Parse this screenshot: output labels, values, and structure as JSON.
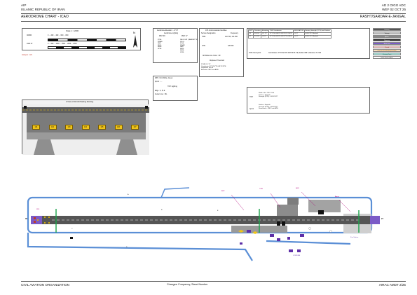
{
  "header": {
    "aip": "AIP",
    "state": "ISLAMIC REPUBLIC OF IRAN",
    "doc_code": "AD 2 OIGG ADC",
    "effective": "WEF 02 OCT 25",
    "chart_title": "AERODROME CHART - ICAO",
    "aerodrome": "RASHT/SARDAR-E-JANGAL"
  },
  "footer": {
    "organization": "CIVIL AVIATION ORGANIZATION",
    "changes": "Changes: Frequency, Stand Number",
    "amendment": "AIRAC AMDT 2/25"
  },
  "scale": {
    "label": "Scale 1 : 12000",
    "unit_top": "0 ... 200 ... 400 ... 600 ... 800",
    "unit_bottom": "0 ... 500 ... 1000 ... 1500 ... 2000 ... 2500"
  },
  "elevation": {
    "label": "Aerodrome Elevation : -17 FT",
    "lighting_title": "Aerodrome Lighting",
    "rwy_col": "RWY 09",
    "rwy_col2": "RWY 27",
    "lights": [
      "RTHL",
      "WBAR",
      "PAPI",
      "REDL",
      "RENL",
      "SPNL"
    ],
    "lights2": [
      "PALS CAT I (BARRETTE)",
      "SFLG",
      "RTHL",
      "WBAR",
      "PAPI",
      "REDL",
      "RENL",
      "SPNL"
    ]
  },
  "ats": {
    "title": "ATS Communication Facilities",
    "col1": "Service Designation",
    "col2": "Frequency",
    "rows": [
      {
        "service": "TWR",
        "freq": "122.700, 121.500"
      },
      {
        "service": "ATIS",
        "freq": "128.200"
      }
    ],
    "ref_code": "AD Reference Code : 4D",
    "threshold_title": "Displaced Threshold",
    "threshold_lines": [
      "DTHR 09 / 27",
      "Coordinate: 37°19'47\"N 049°35'28\"E",
      "Displaced: 300 M",
      "Elevation: INFO not AVBL"
    ]
  },
  "rwy_table": {
    "headers": [
      "RWY",
      "Direction",
      "Elevation",
      "THR Coordinates",
      "UNDULATION",
      "Bearing Strength (PCN) and Surface"
    ],
    "rows": [
      [
        "09",
        "090.94°",
        "-9.1 FT",
        "37°19'44.886\"N 049°35'12.186\"E",
        "+9 FT",
        "60/F/C/X/T Asphalt"
      ],
      [
        "27",
        "270.95°",
        "-22 FT",
        "37°19'44.891\"N 049°37'16.336\"E",
        "+9 FT",
        "60/F/C/X/T Asphalt"
      ]
    ],
    "vor_label": "VOR check point",
    "vor_text": "Coordinates: 37°19'42.9\"N 049°36'33.1\"E, Radial: 089°, Distance: 8.1 NM"
  },
  "twy": {
    "abn": "ABN : FLG White, Green",
    "apron_label": "Apron : - -",
    "twy_lighting_title": "TWY Lighting",
    "edge": "Edge : A, B, E",
    "centre": "Center Line : NIL",
    "twy_label": "TWY",
    "twy_text": [
      "Width : ALL TWY 23 M",
      "Surface : Asphalt",
      "Strength (PCN) : 60/F/C/X/T"
    ],
    "apron_label2": "Apron",
    "apron_text": [
      "Surface : Asphalt",
      "Strength (PCN) : 60/F/C/X/T",
      "Dimensions : INFO not AVBL"
    ]
  },
  "hotspot": "Hotspot : HS",
  "legend": {
    "items": [
      {
        "label": "Runway",
        "bg": "#555555",
        "fg": "#ffffff"
      },
      {
        "label": "Taxiway",
        "bg": "#cccccc",
        "fg": "#222222"
      },
      {
        "label": "Apron",
        "bg": "#8a8a8a",
        "fg": "#ffffff"
      },
      {
        "label": "Stopway",
        "bg": "#333333",
        "fg": "#ffffff"
      },
      {
        "label": "Blast Pad",
        "bg": "#7b5bc7",
        "fg": "#ffffff"
      },
      {
        "label": "Closed",
        "bg": "#f5c9c9",
        "fg": "#c0392b"
      },
      {
        "label": "Overrun PCN Parking Position",
        "bg": "#f9e0c0",
        "fg": "#b96a00"
      },
      {
        "label": "Clearing Point",
        "bg": "#a8e0d8",
        "fg": "#117a65"
      },
      {
        "label": "Initial Obstacle Anti",
        "bg": "#ffffff",
        "fg": "#222222"
      }
    ]
  },
  "apron_view": {
    "title": "A View of Aircraft Parking Docking",
    "stands": [
      "101",
      "102",
      "103",
      "104",
      "105",
      "106",
      "107"
    ]
  },
  "map": {
    "rwy_left": "09",
    "rwy_right": "27",
    "twy_labels": [
      "A",
      "B",
      "C",
      "D",
      "E"
    ],
    "callouts": [
      "ARP",
      "TWR",
      "ABN",
      "Apron",
      "VOR/DME",
      "WDI",
      "Fire Station"
    ],
    "colors": {
      "taxiway": "#5b8fd6",
      "runway": "#555555",
      "apron": "#8c8c8c",
      "magenta": "#b1007a",
      "purple": "#5e2fa8"
    }
  }
}
